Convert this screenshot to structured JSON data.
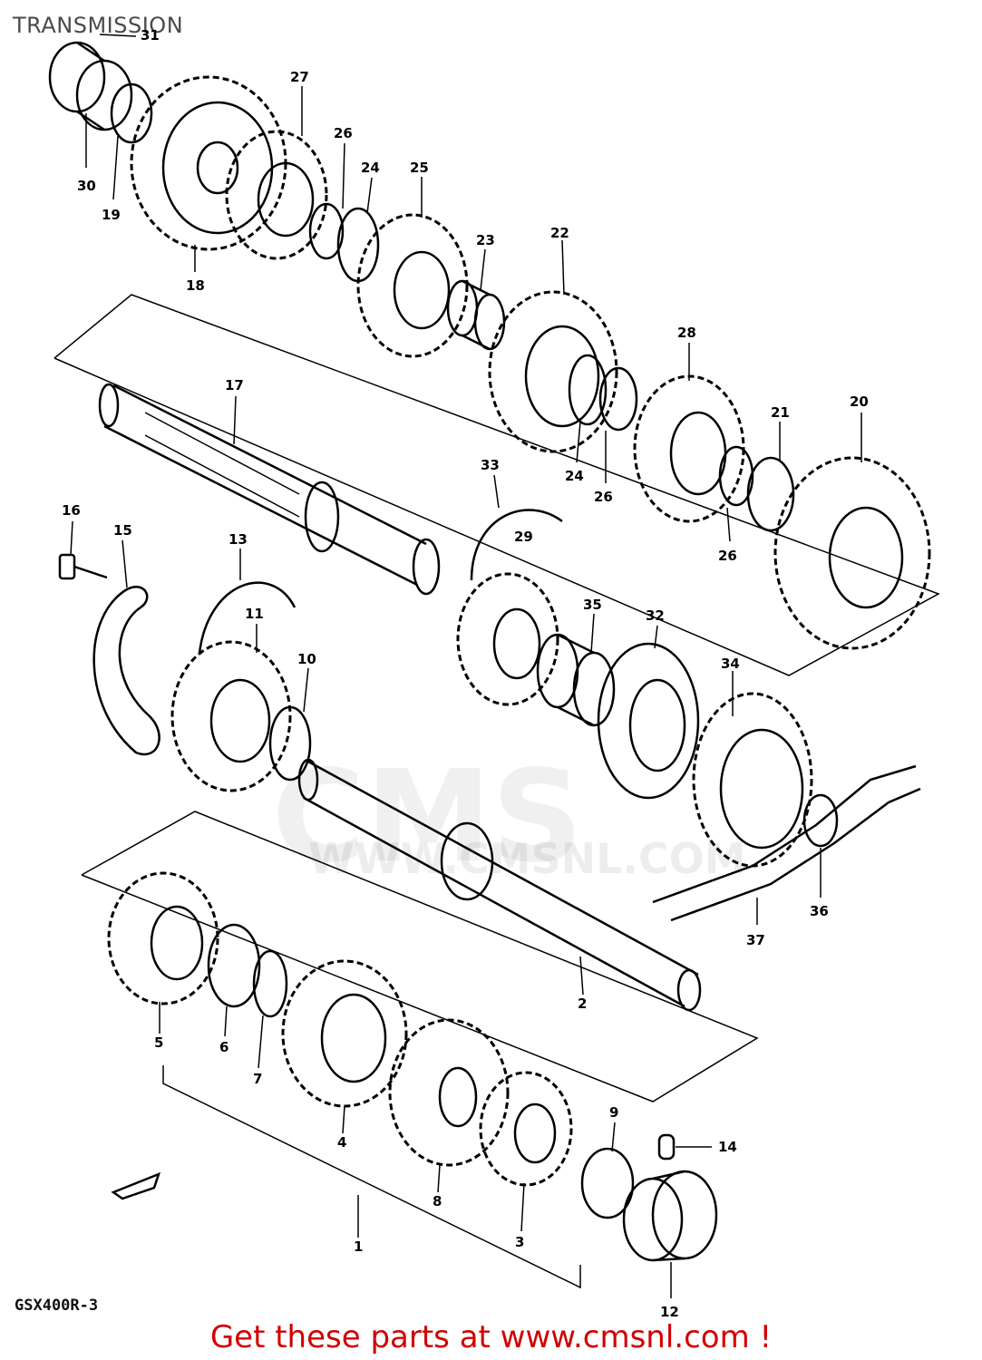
{
  "page": {
    "title": "TRANSMISSION",
    "model": "GSX400R-3",
    "call_to_action": "Get these parts at www.cmsnl.com !",
    "watermark": "CMS",
    "watermark_url": "WWW.CMSNL.COM"
  },
  "callouts": [
    {
      "id": "c31",
      "text": "31"
    },
    {
      "id": "c30",
      "text": "30"
    },
    {
      "id": "c19",
      "text": "19"
    },
    {
      "id": "c18",
      "text": "18"
    },
    {
      "id": "c27",
      "text": "27"
    },
    {
      "id": "c26a",
      "text": "26"
    },
    {
      "id": "c24a",
      "text": "24"
    },
    {
      "id": "c25",
      "text": "25"
    },
    {
      "id": "c23",
      "text": "23"
    },
    {
      "id": "c22",
      "text": "22"
    },
    {
      "id": "c28",
      "text": "28"
    },
    {
      "id": "c24b",
      "text": "24"
    },
    {
      "id": "c26b",
      "text": "26"
    },
    {
      "id": "c21",
      "text": "21"
    },
    {
      "id": "c20",
      "text": "20"
    },
    {
      "id": "c26c",
      "text": "26"
    },
    {
      "id": "c17",
      "text": "17"
    },
    {
      "id": "c33",
      "text": "33"
    },
    {
      "id": "c29",
      "text": "29"
    },
    {
      "id": "c16",
      "text": "16"
    },
    {
      "id": "c15",
      "text": "15"
    },
    {
      "id": "c13",
      "text": "13"
    },
    {
      "id": "c11",
      "text": "11"
    },
    {
      "id": "c10",
      "text": "10"
    },
    {
      "id": "c35",
      "text": "35"
    },
    {
      "id": "c32",
      "text": "32"
    },
    {
      "id": "c34",
      "text": "34"
    },
    {
      "id": "c36",
      "text": "36"
    },
    {
      "id": "c37",
      "text": "37"
    },
    {
      "id": "c2",
      "text": "2"
    },
    {
      "id": "c5",
      "text": "5"
    },
    {
      "id": "c6",
      "text": "6"
    },
    {
      "id": "c7",
      "text": "7"
    },
    {
      "id": "c4",
      "text": "4"
    },
    {
      "id": "c8",
      "text": "8"
    },
    {
      "id": "c9",
      "text": "9"
    },
    {
      "id": "c14",
      "text": "14"
    },
    {
      "id": "c3",
      "text": "3"
    },
    {
      "id": "c1",
      "text": "1"
    },
    {
      "id": "c12",
      "text": "12"
    }
  ]
}
